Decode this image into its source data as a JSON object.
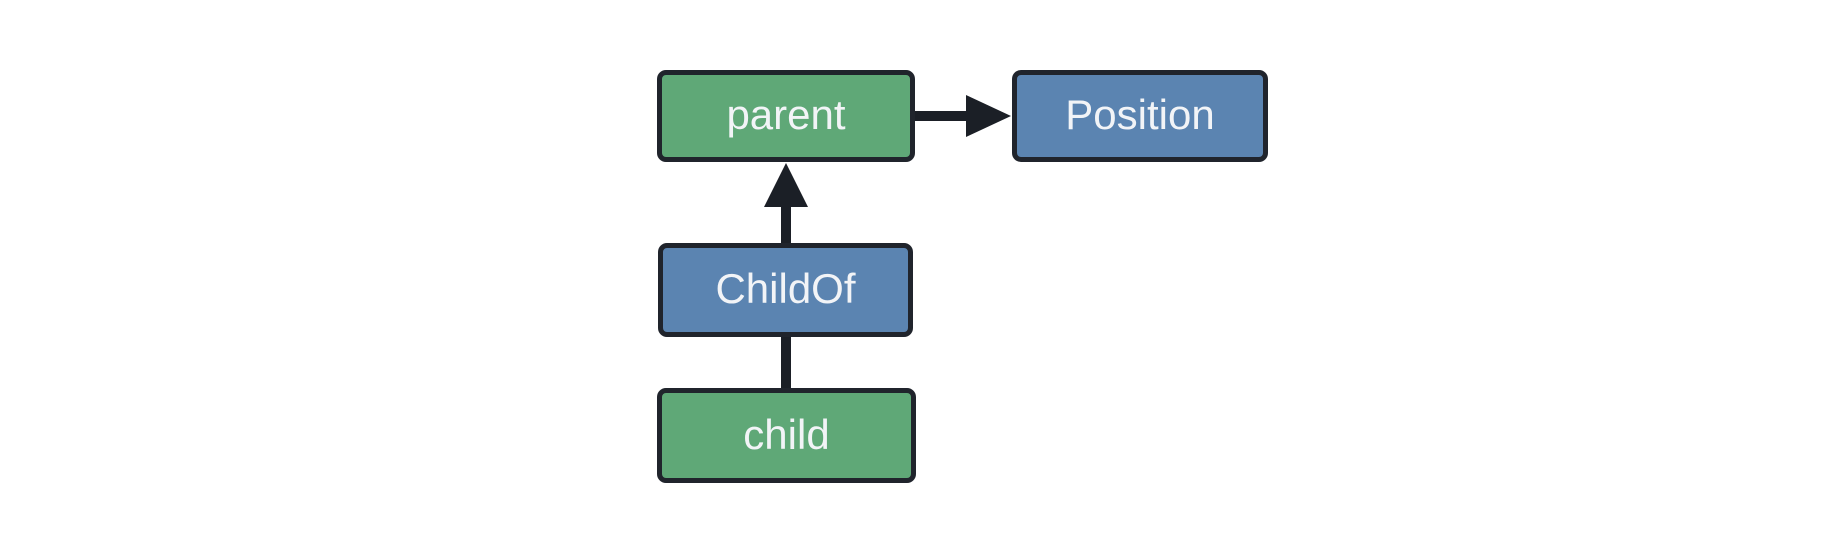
{
  "diagram": {
    "nodes": [
      {
        "id": "parent",
        "label": "parent",
        "fill": "#5FA877"
      },
      {
        "id": "Position",
        "label": "Position",
        "fill": "#5B84B1"
      },
      {
        "id": "ChildOf",
        "label": "ChildOf",
        "fill": "#5B84B1"
      },
      {
        "id": "child",
        "label": "child",
        "fill": "#5FA877"
      }
    ],
    "edges": [
      {
        "from": "parent",
        "to": "Position",
        "arrowhead": true,
        "direction": "right"
      },
      {
        "from": "ChildOf",
        "to": "parent",
        "arrowhead": true,
        "direction": "up"
      },
      {
        "from": "child",
        "to": "ChildOf",
        "arrowhead": false,
        "direction": "up"
      }
    ]
  },
  "colors": {
    "green_node": "#5FA877",
    "blue_node": "#5B84B1",
    "node_border": "#20242C",
    "arrow": "#1B1F26",
    "node_text": "#F2F4F7",
    "background": "#FFFFFF"
  }
}
